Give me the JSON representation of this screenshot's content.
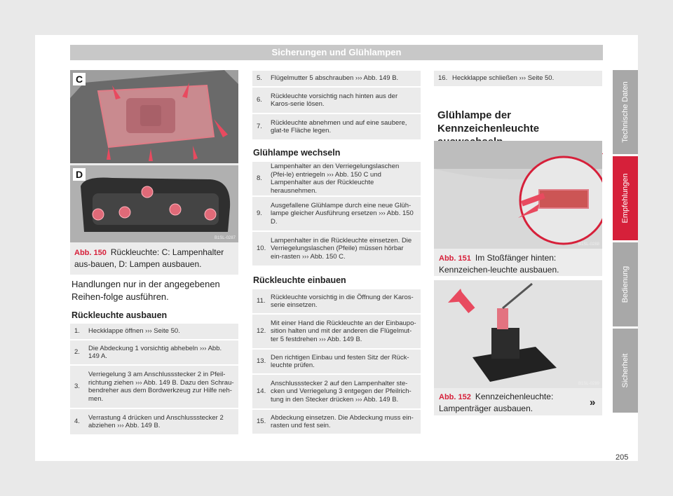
{
  "header": {
    "title": "Sicherungen und Glühlampen"
  },
  "figure_149": {
    "label_c": "C",
    "label_d": "D",
    "code": "B1SL-0287",
    "caption_num": "Abb. 150",
    "caption_text": "Rückleuchte: C: Lampenhalter aus-bauen, D: Lampen ausbauen."
  },
  "intro_text": "Handlungen nur in der angegebenen Reihen-folge ausführen.",
  "section_remove": {
    "heading": "Rückleuchte ausbauen"
  },
  "steps_remove": [
    {
      "num": "1.",
      "text": "Heckklappe öffnen ››› Seite 50."
    },
    {
      "num": "2.",
      "text": "Die Abdeckung 1 vorsichtig abhebeln ››› Abb. 149 A."
    },
    {
      "num": "3.",
      "text": "Verriegelung 3 am Anschlussstecker 2 in Pfeil-richtung ziehen ››› Abb. 149 B. Dazu den Schrau-bendreher aus dem Bordwerkzeug zur Hilfe neh-men."
    },
    {
      "num": "4.",
      "text": "Verrastung 4 drücken und Anschlussstecker 2 abziehen ››› Abb. 149 B."
    }
  ],
  "steps_mid_top": [
    {
      "num": "5.",
      "text": "Flügelmutter 5 abschrauben ››› Abb. 149 B."
    },
    {
      "num": "6.",
      "text": "Rückleuchte vorsichtig nach hinten aus der Karos-serie lösen."
    },
    {
      "num": "7.",
      "text": "Rückleuchte abnehmen und auf eine saubere, glat-te Fläche legen."
    }
  ],
  "section_bulb": {
    "heading": "Glühlampe wechseln"
  },
  "steps_bulb": [
    {
      "num": "8.",
      "text": "Lampenhalter an den Verriegelungslaschen (Pfei-le) entriegeln ››› Abb. 150 C und Lampenhalter aus der Rückleuchte herausnehmen."
    },
    {
      "num": "9.",
      "text": "Ausgefallene Glühlampe durch eine neue Glüh-lampe gleicher Ausführung ersetzen ››› Abb. 150 D."
    },
    {
      "num": "10.",
      "text": "Lampenhalter in die Rückleuchte einsetzen. Die Verriegelungslaschen (Pfeile) müssen hörbar ein-rasten ››› Abb. 150 C."
    }
  ],
  "section_install": {
    "heading": "Rückleuchte einbauen"
  },
  "steps_install": [
    {
      "num": "11.",
      "text": "Rückleuchte vorsichtig in die Öffnung der Karos-serie einsetzen."
    },
    {
      "num": "12.",
      "text": "Mit einer Hand die Rückleuchte an der Einbaupo-sition halten und mit der anderen die Flügelmut-ter 5 festdrehen ››› Abb. 149 B."
    },
    {
      "num": "13.",
      "text": "Den richtigen Einbau und festen Sitz der Rück-leuchte prüfen."
    },
    {
      "num": "14.",
      "text": "Anschlussstecker 2 auf den Lampenhalter ste-cken und Verriegelung 3 entgegen der Pfeilrich-tung in den Stecker drücken ››› Abb. 149 B."
    },
    {
      "num": "15.",
      "text": "Abdeckung einsetzen. Die Abdeckung muss ein-rasten und fest sein."
    }
  ],
  "step_16": {
    "num": "16.",
    "text": "Heckklappe schließen ››› Seite 50."
  },
  "section_plate": {
    "heading": "Glühlampe der Kennzeichenleuchte auswechseln"
  },
  "figure_151": {
    "code": "B1SL-0288",
    "caption_num": "Abb. 151",
    "caption_text": "Im Stoßfänger hinten: Kennzeichen-leuchte ausbauen."
  },
  "figure_152": {
    "code": "B1SL-0289",
    "caption_num": "Abb. 152",
    "caption_text": "Kennzeichenleuchte: Lampenträger ausbauen."
  },
  "continue_mark": "»",
  "side_tabs": [
    "Technische Daten",
    "Empfehlungen",
    "Bedienung",
    "Sicherheit"
  ],
  "page_number": "205",
  "colors": {
    "accent": "#d6203a",
    "tab_gray": "#a8a8a8",
    "header_gray": "#c8c8c8"
  }
}
